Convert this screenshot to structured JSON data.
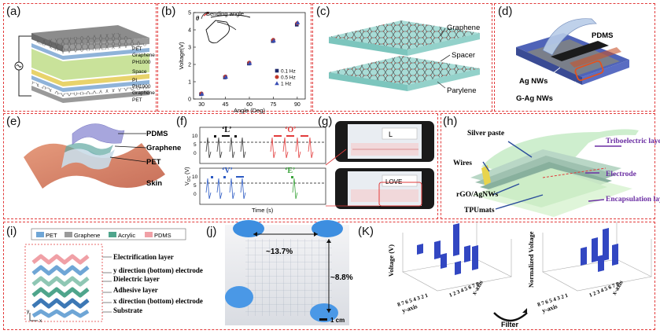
{
  "panels": {
    "a": {
      "label": "(a)",
      "layers": [
        "PET",
        "Graphene",
        "PH1000",
        "Space",
        "PI",
        "PH1000",
        "Graphene",
        "PET"
      ]
    },
    "b": {
      "label": "(b)",
      "annotation": "Bending angle",
      "theta": "θ",
      "legend": [
        "0.1 Hz",
        "0.5 Hz",
        "1 Hz"
      ]
    },
    "c": {
      "label": "(c)",
      "texts": [
        "Graphene",
        "Spacer",
        "Parylene"
      ]
    },
    "d": {
      "label": "(d)",
      "texts": [
        "PDMS",
        "Ag NWs",
        "G-Ag NWs"
      ]
    },
    "e": {
      "label": "(e)",
      "texts": [
        "PDMS",
        "Graphene",
        "PET",
        "Skin"
      ]
    },
    "f": {
      "label": "(f)",
      "letters": [
        "‘L’",
        "‘O’",
        "‘V’",
        "‘E’"
      ],
      "ylabel": "V",
      "ysub": "OC",
      "yunit": " (V)",
      "xlabel": "Time (s)",
      "yticks": [
        "10",
        "5",
        "0",
        "10",
        "5",
        "0"
      ]
    },
    "g": {
      "label": "(g)",
      "screen1": "L",
      "screen2": "LOVE"
    },
    "h": {
      "label": "(h)",
      "texts": [
        "Silver paste",
        "Wires",
        "rGO/AgNWs",
        "TPUmats",
        "Triboelectric layer",
        "Electrode",
        "Encapsulation layer"
      ]
    },
    "i": {
      "label": "(i)",
      "legend": [
        "PET",
        "Graphene",
        "Acrylic",
        "PDMS"
      ],
      "texts": [
        "Electrification layer",
        "y direction (bottom) electrode",
        "Dielectric layer",
        "Adhesive layer",
        "x direction (bottom) electrode",
        "Substrate"
      ],
      "axes": [
        "y",
        "x"
      ]
    },
    "j": {
      "label": "(j)",
      "texts": [
        "~13.7%",
        "~8.8%",
        "1 cm"
      ]
    },
    "k": {
      "label": "(K)",
      "zlabel1": "Voltage (V)",
      "zlabel2": "Normalized Voltage",
      "xaxis": "x-axis",
      "yaxis": "y-axis",
      "ticks": "1 2 3 4 5 6 7 8",
      "rticks": "8 7 6 5 4 3 2 1",
      "filter": "Filter"
    }
  },
  "chart_data": {
    "type": "scatter",
    "title": "",
    "xlabel": "Angle (Deg)",
    "ylabel": "Voltage(V)",
    "xlim": [
      25,
      95
    ],
    "ylim": [
      0,
      5
    ],
    "xticks": [
      30,
      45,
      60,
      75,
      90
    ],
    "yticks": [
      0,
      1,
      2,
      3,
      4,
      5
    ],
    "legend_position": "bottom-right",
    "series": [
      {
        "name": "0.1 Hz",
        "color": "#1f2a6b",
        "marker": "square",
        "x": [
          30,
          45,
          60,
          75,
          90
        ],
        "y": [
          0.28,
          1.25,
          2.05,
          3.35,
          4.3
        ]
      },
      {
        "name": "0.5 Hz",
        "color": "#c0392b",
        "marker": "circle",
        "x": [
          30,
          45,
          60,
          75,
          90
        ],
        "y": [
          0.32,
          1.3,
          2.1,
          3.42,
          4.38
        ]
      },
      {
        "name": "1 Hz",
        "color": "#3a4fb5",
        "marker": "triangle",
        "x": [
          30,
          45,
          60,
          75,
          90
        ],
        "y": [
          0.3,
          1.28,
          2.08,
          3.38,
          4.42
        ]
      }
    ]
  }
}
